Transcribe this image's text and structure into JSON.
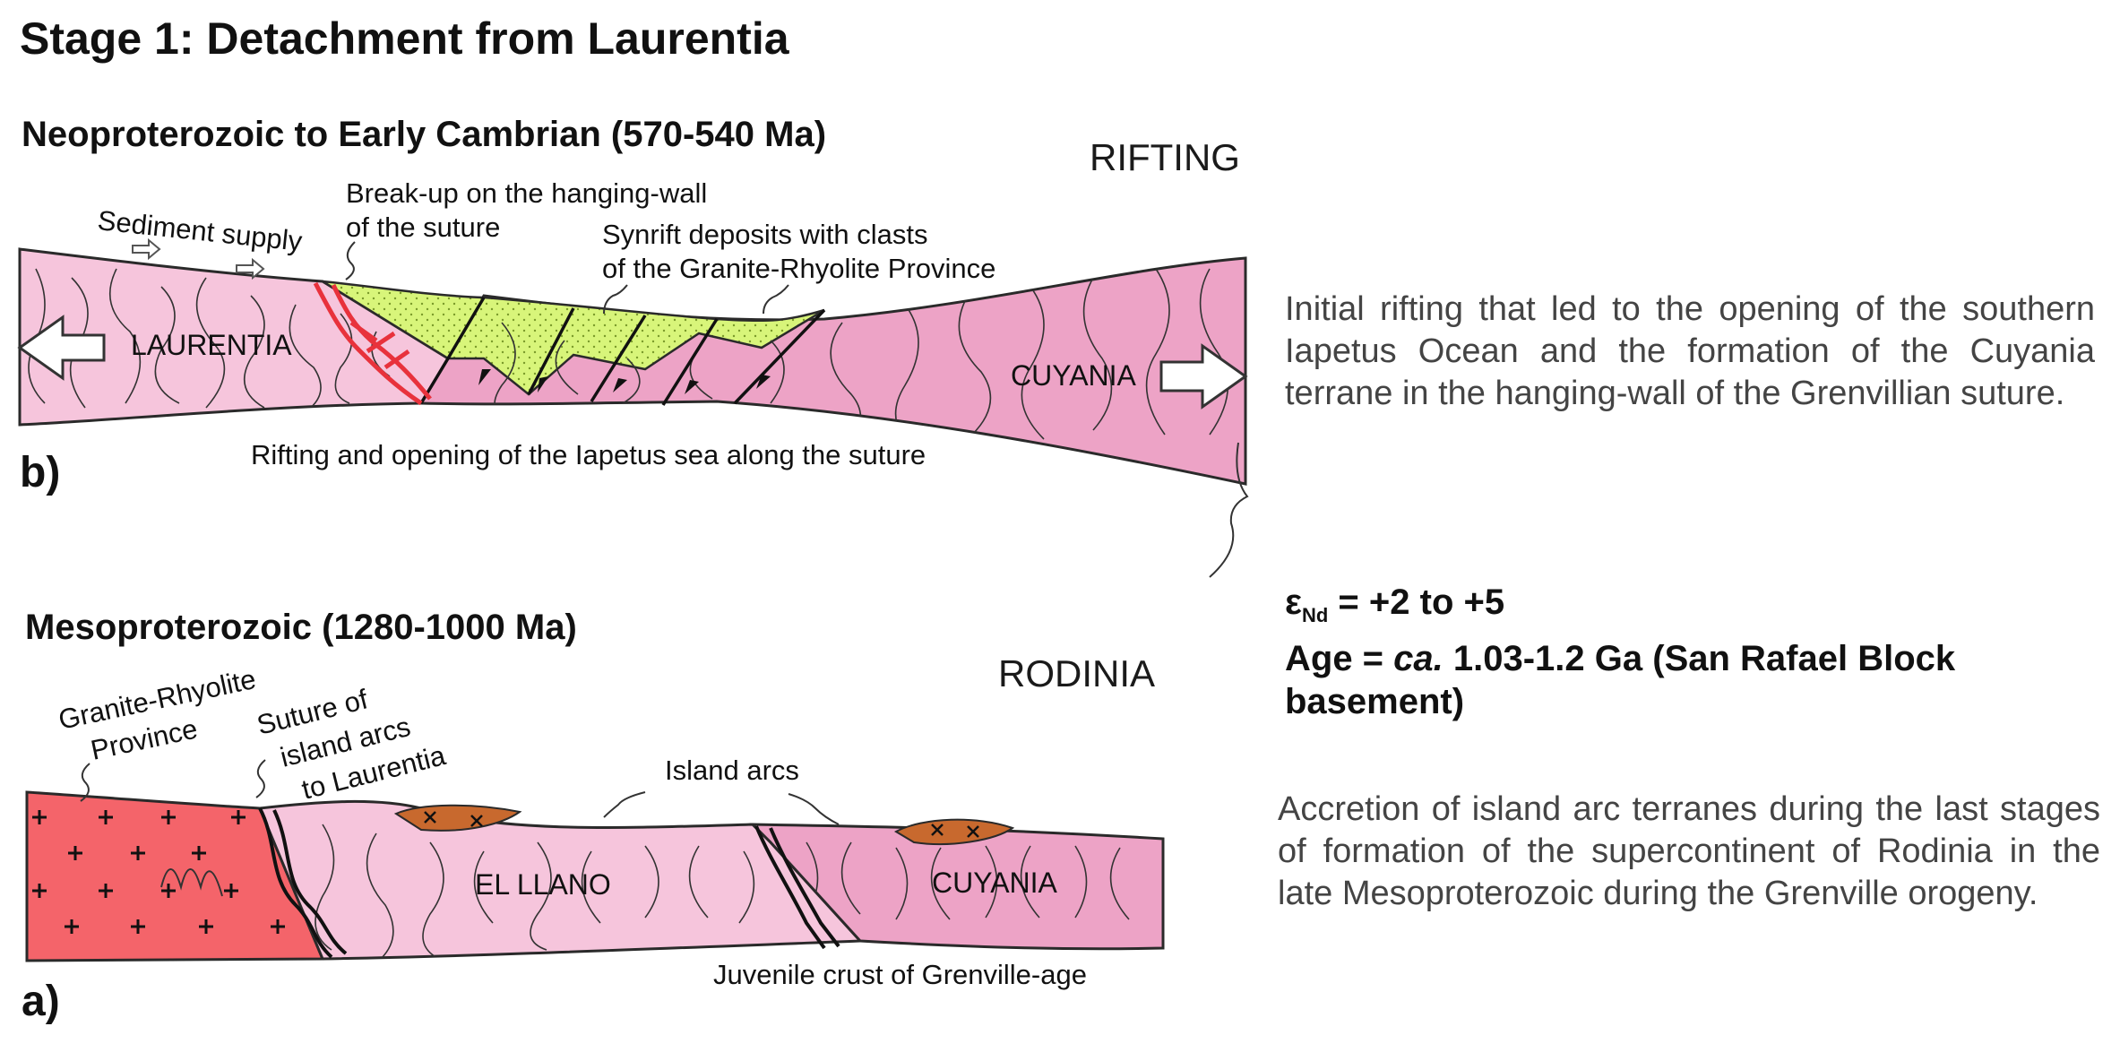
{
  "title": "Stage 1: Detachment from Laurentia",
  "panel_b": {
    "subtitle": "Neoproterozoic to Early Cambrian (570-540 Ma)",
    "stage_label": "RIFTING",
    "letter": "b)",
    "labels": {
      "sediment_supply": "Sediment supply",
      "breakup_line1": "Break-up on the hanging-wall",
      "breakup_line2": "of the suture",
      "synrift_line1": "Synrift deposits with clasts",
      "synrift_line2": "of the Granite-Rhyolite Province",
      "laurentia": "LAURENTIA",
      "cuyania": "CUYANIA",
      "rifting_caption": "Rifting and opening of the Iapetus sea along the suture"
    },
    "description": "Initial rifting that led to the opening of the southern Iapetus Ocean and the formation of the Cuyania terrane in the hanging-wall of the Grenvillian suture."
  },
  "isotope_note": {
    "eps_symbol": "ε",
    "eps_sub": "Nd",
    "eps_value": " = +2 to +5",
    "age_prefix": "Age = ",
    "age_ca": "ca.",
    "age_value": " 1.03-1.2 Ga (San Rafael Block basement)"
  },
  "panel_a": {
    "subtitle": "Mesoproterozoic (1280-1000 Ma)",
    "stage_label": "RODINIA",
    "letter": "a)",
    "labels": {
      "granite_line1": "Granite-Rhyolite",
      "granite_line2": "Province",
      "suture_line1": "Suture of",
      "suture_line2": "island arcs",
      "suture_line3": "to Laurentia",
      "island_arcs": "Island arcs",
      "el_llano": "EL LLANO",
      "cuyania": "CUYANIA",
      "juvenile_crust": "Juvenile crust of Grenville-age"
    },
    "description": "Accretion of island arc terranes during the last stages of formation of the supercontinent of Rodinia in the late Mesoproterozoic during the Grenville orogeny."
  },
  "colors": {
    "laurentia_pink": "#f6c5dc",
    "cuyania_pink": "#eda3c6",
    "synrift_green": "#d8f57a",
    "granite_red": "#f4646a",
    "arc_brown": "#c8692e",
    "fault_red": "#e8323c",
    "outline": "#2a2a2a"
  }
}
